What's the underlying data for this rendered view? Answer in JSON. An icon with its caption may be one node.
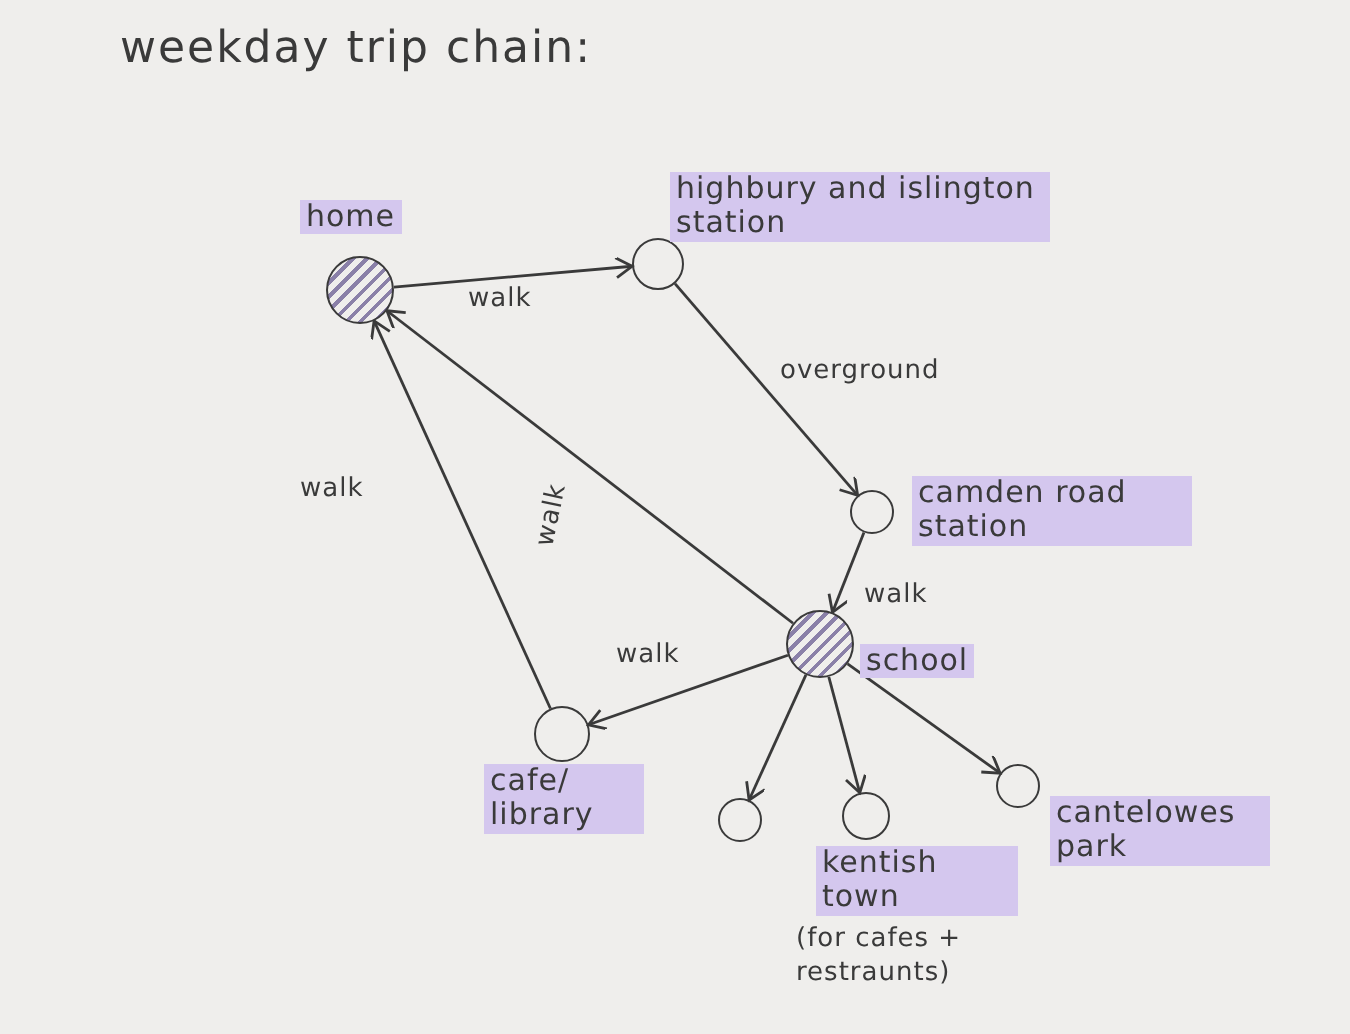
{
  "diagram": {
    "title": "weekday trip chain:",
    "nodes": [
      {
        "text": [
          "home"
        ]
      },
      {
        "text": [
          "highbury and islington station"
        ]
      },
      {
        "text": [
          "camden road station"
        ]
      },
      {
        "text": [
          "school"
        ]
      },
      {
        "text": [
          "cafe/ library"
        ]
      },
      {
        "text": [],
        "shape": "circle"
      },
      {
        "text": [
          "kentish town"
        ],
        "beside": [
          "(for cafes + restraunts)"
        ]
      },
      {
        "text": [
          "cantelowes park"
        ]
      }
    ],
    "edges": [
      {
        "from": 0,
        "to": 1,
        "arrow": "to",
        "label": "walk"
      },
      {
        "from": 1,
        "to": 2,
        "arrow": "to",
        "label": "overground"
      },
      {
        "from": 2,
        "to": 3,
        "arrow": "to",
        "label": "walk"
      },
      {
        "from": 3,
        "to": 0,
        "arrow": "to",
        "label": "walk"
      },
      {
        "from": 4,
        "to": 0,
        "arrow": "to",
        "label": "walk"
      },
      {
        "from": 3,
        "to": 4,
        "arrow": "to",
        "label": "walk"
      },
      {
        "from": 3,
        "to": 5,
        "arrow": "to"
      },
      {
        "from": 3,
        "to": 6,
        "arrow": "to"
      },
      {
        "from": 3,
        "to": 7,
        "arrow": "to"
      }
    ]
  }
}
